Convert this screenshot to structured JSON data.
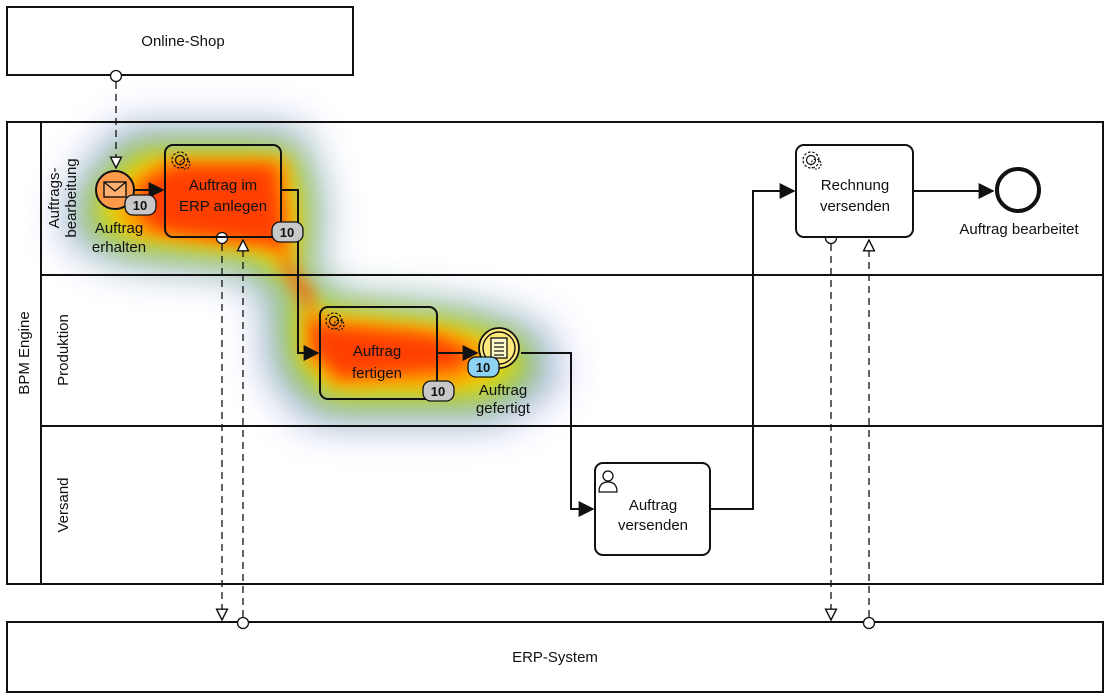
{
  "pools": {
    "online_shop": "Online-Shop",
    "erp_system": "ERP-System",
    "bpm_engine": "BPM Engine"
  },
  "lanes": {
    "auftragsbearbeitung_line1": "Auftrags-",
    "auftragsbearbeitung_line2": "bearbeitung",
    "produktion": "Produktion",
    "versand": "Versand"
  },
  "tasks": {
    "erp_anlegen_line1": "Auftrag im",
    "erp_anlegen_line2": "ERP anlegen",
    "fertigen_line1": "Auftrag",
    "fertigen_line2": "fertigen",
    "versenden_line1": "Auftrag",
    "versenden_line2": "versenden",
    "rechnung_line1": "Rechnung",
    "rechnung_line2": "versenden"
  },
  "events": {
    "start_line1": "Auftrag",
    "start_line2": "erhalten",
    "intermediate_line1": "Auftrag",
    "intermediate_line2": "gefertigt",
    "end": "Auftrag bearbeitet"
  },
  "badges": {
    "start": "10",
    "erp_anlegen": "10",
    "fertigen": "10",
    "intermediate": "10"
  },
  "colors": {
    "badge_grey": "#c8c8c8",
    "badge_blue": "#8fd3f4",
    "heat_core": "#ff3b00",
    "heat_warm": "#ffd400",
    "heat_mid": "#6fe020",
    "heat_outer": "#8f88ff"
  },
  "icons": {
    "service_task": "gear-icon",
    "user_task": "user-icon",
    "message_start": "envelope-icon",
    "conditional_event": "document-icon"
  }
}
